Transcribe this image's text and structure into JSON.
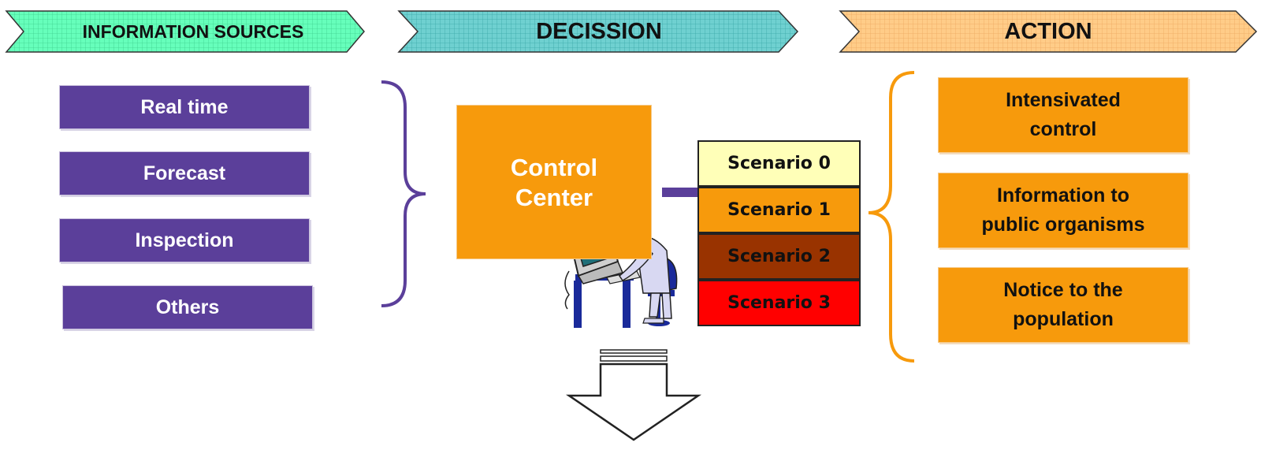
{
  "headers": {
    "information_sources": "INFORMATION SOURCES",
    "decission": "DECISSION",
    "action": "ACTION"
  },
  "sources": [
    "Real time",
    "Forecast",
    "Inspection",
    "Others"
  ],
  "control_center": {
    "line1": "Control",
    "line2": "Center"
  },
  "scenarios": [
    {
      "label": "Scenario 0",
      "color": "#ffffb8",
      "text_color": "#111111"
    },
    {
      "label": "Scenario 1",
      "color": "#f79a0c",
      "text_color": "#111111"
    },
    {
      "label": "Scenario 2",
      "color": "#993300",
      "text_color": "#111111"
    },
    {
      "label": "Scenario 3",
      "color": "#ff0000",
      "text_color": "#111111"
    }
  ],
  "actions": [
    {
      "line1": "Intensivated",
      "line2": "control"
    },
    {
      "line1": "Information to",
      "line2": "public organisms"
    },
    {
      "line1": "Notice to the",
      "line2": "population"
    }
  ],
  "colors": {
    "header_sources": "#66ffbb",
    "header_decission": "#66cccc",
    "header_action": "#ffcc88",
    "source_box": "#5b3f9a",
    "action_box": "#f79a0c",
    "brace_left": "#5b3f9a",
    "brace_right": "#f79a0c"
  }
}
